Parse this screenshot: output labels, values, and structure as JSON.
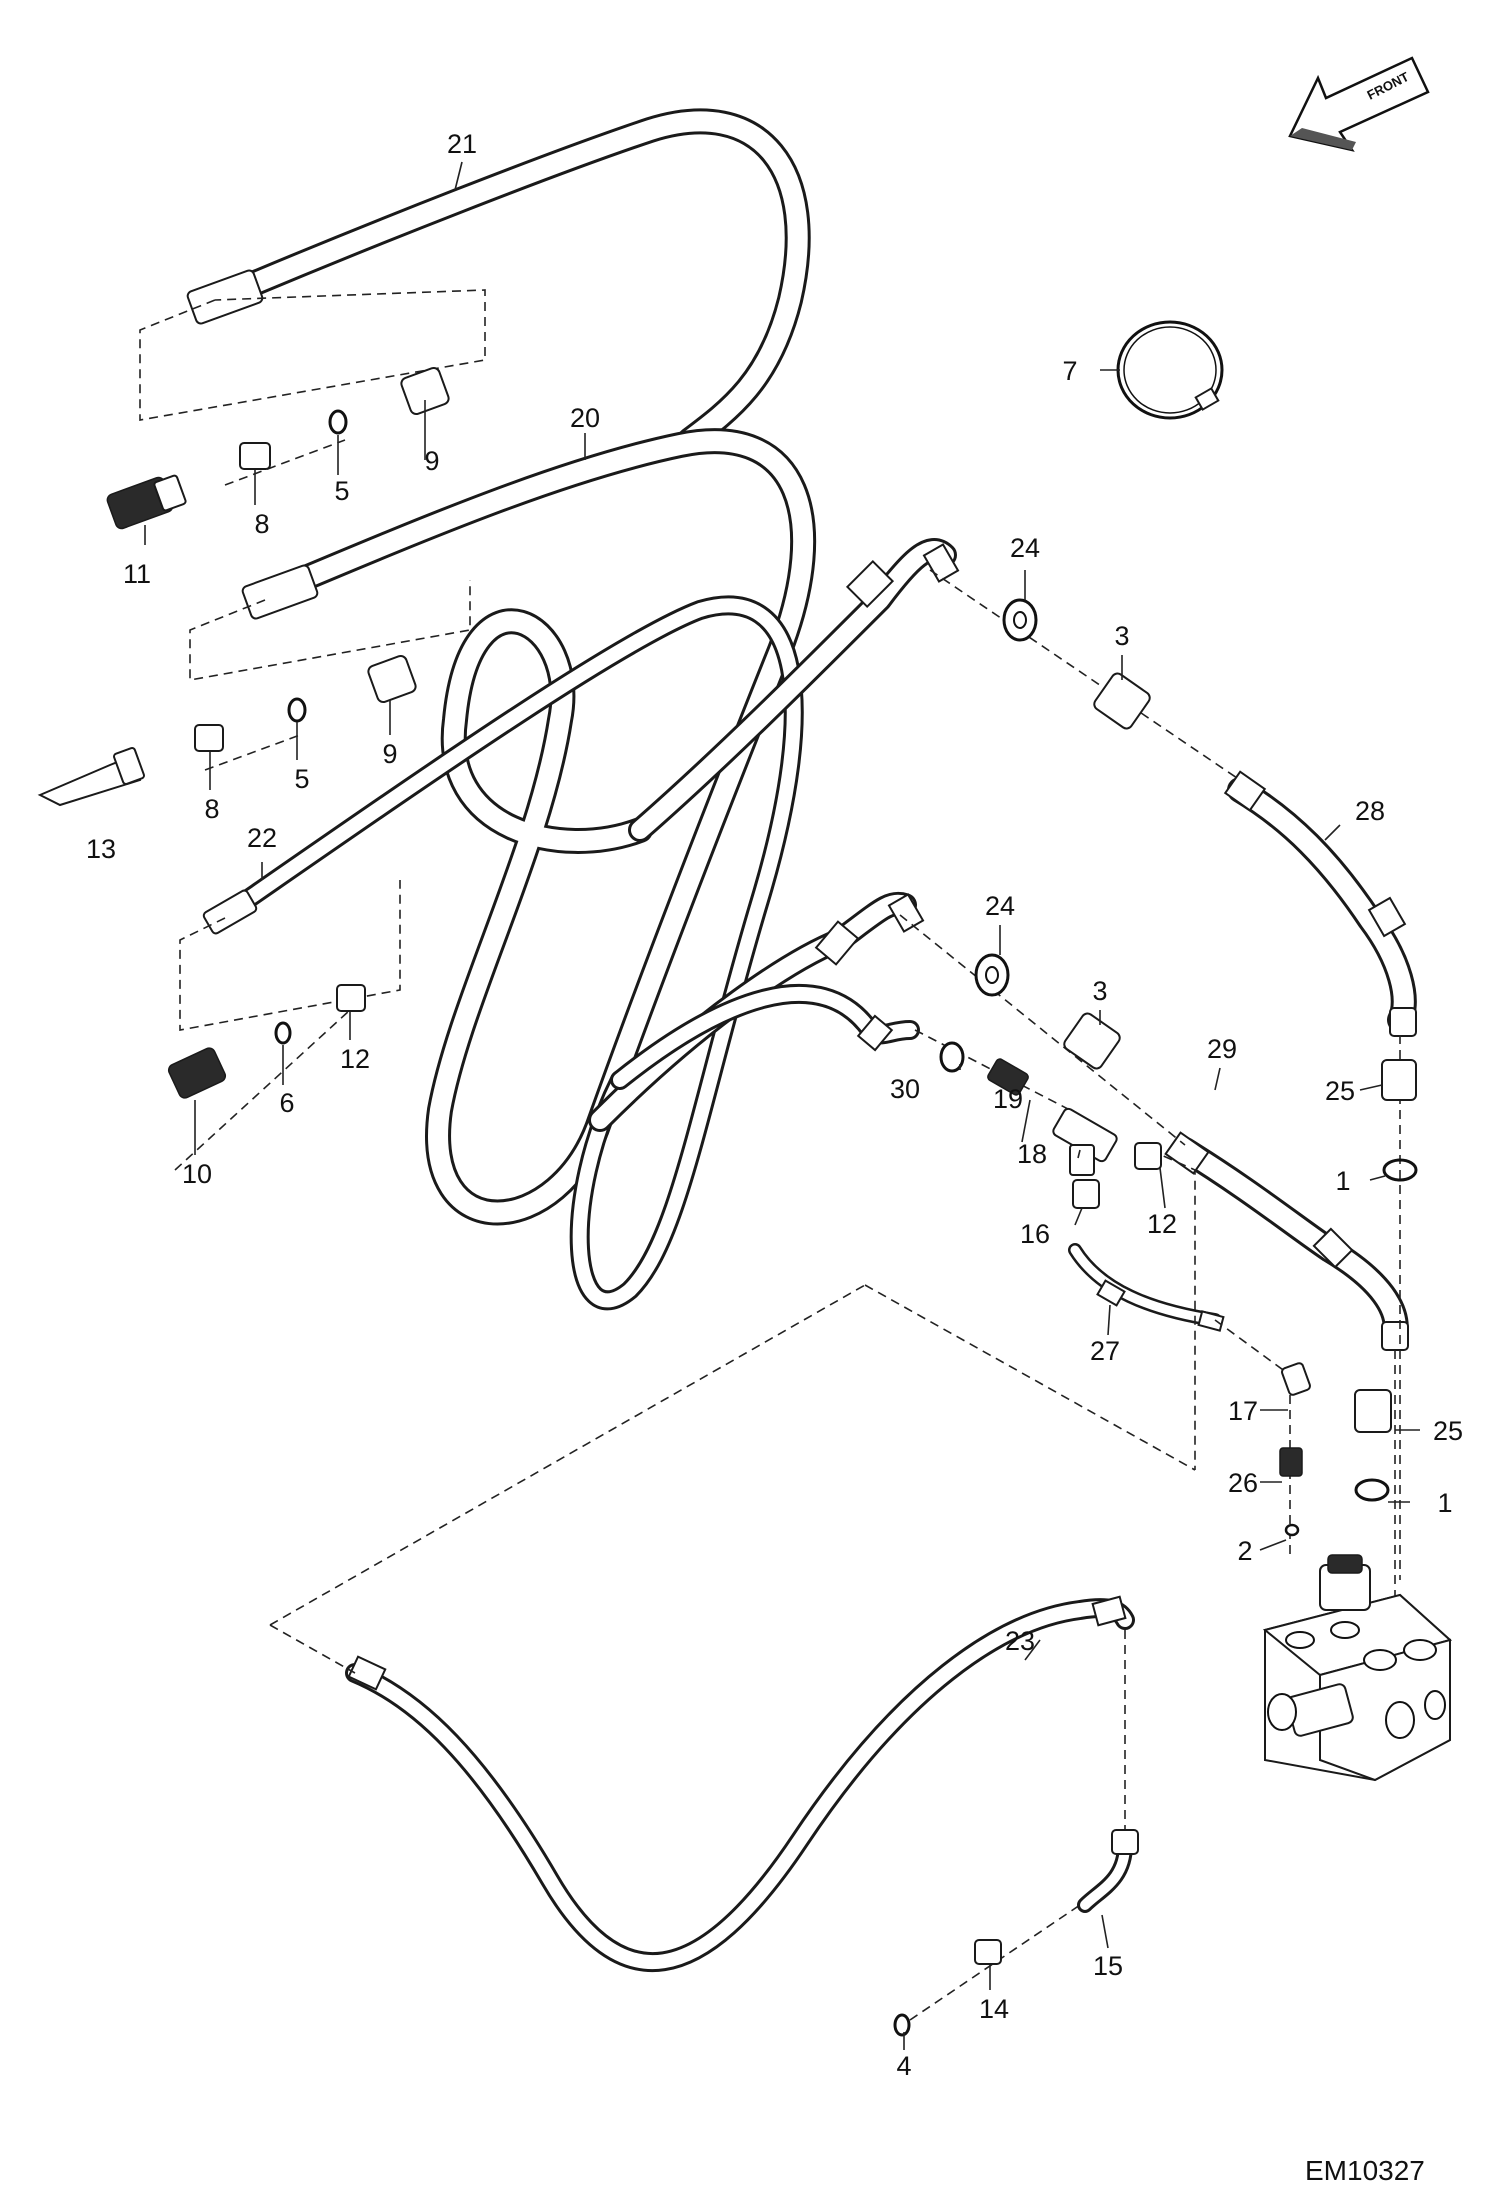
{
  "diagram": {
    "front_label": "FRONT",
    "doc_id": "EM10327",
    "callouts": {
      "c1a": "1",
      "c1b": "1",
      "c2": "2",
      "c3a": "3",
      "c3b": "3",
      "c4": "4",
      "c5a": "5",
      "c5b": "5",
      "c6": "6",
      "c7": "7",
      "c8a": "8",
      "c8b": "8",
      "c9a": "9",
      "c9b": "9",
      "c10": "10",
      "c11": "11",
      "c12a": "12",
      "c12b": "12",
      "c13": "13",
      "c14": "14",
      "c15": "15",
      "c16": "16",
      "c17": "17",
      "c18": "18",
      "c19": "19",
      "c20": "20",
      "c21": "21",
      "c22": "22",
      "c23": "23",
      "c24a": "24",
      "c24b": "24",
      "c25a": "25",
      "c25b": "25",
      "c26": "26",
      "c27": "27",
      "c28": "28",
      "c29": "29",
      "c30": "30"
    }
  }
}
